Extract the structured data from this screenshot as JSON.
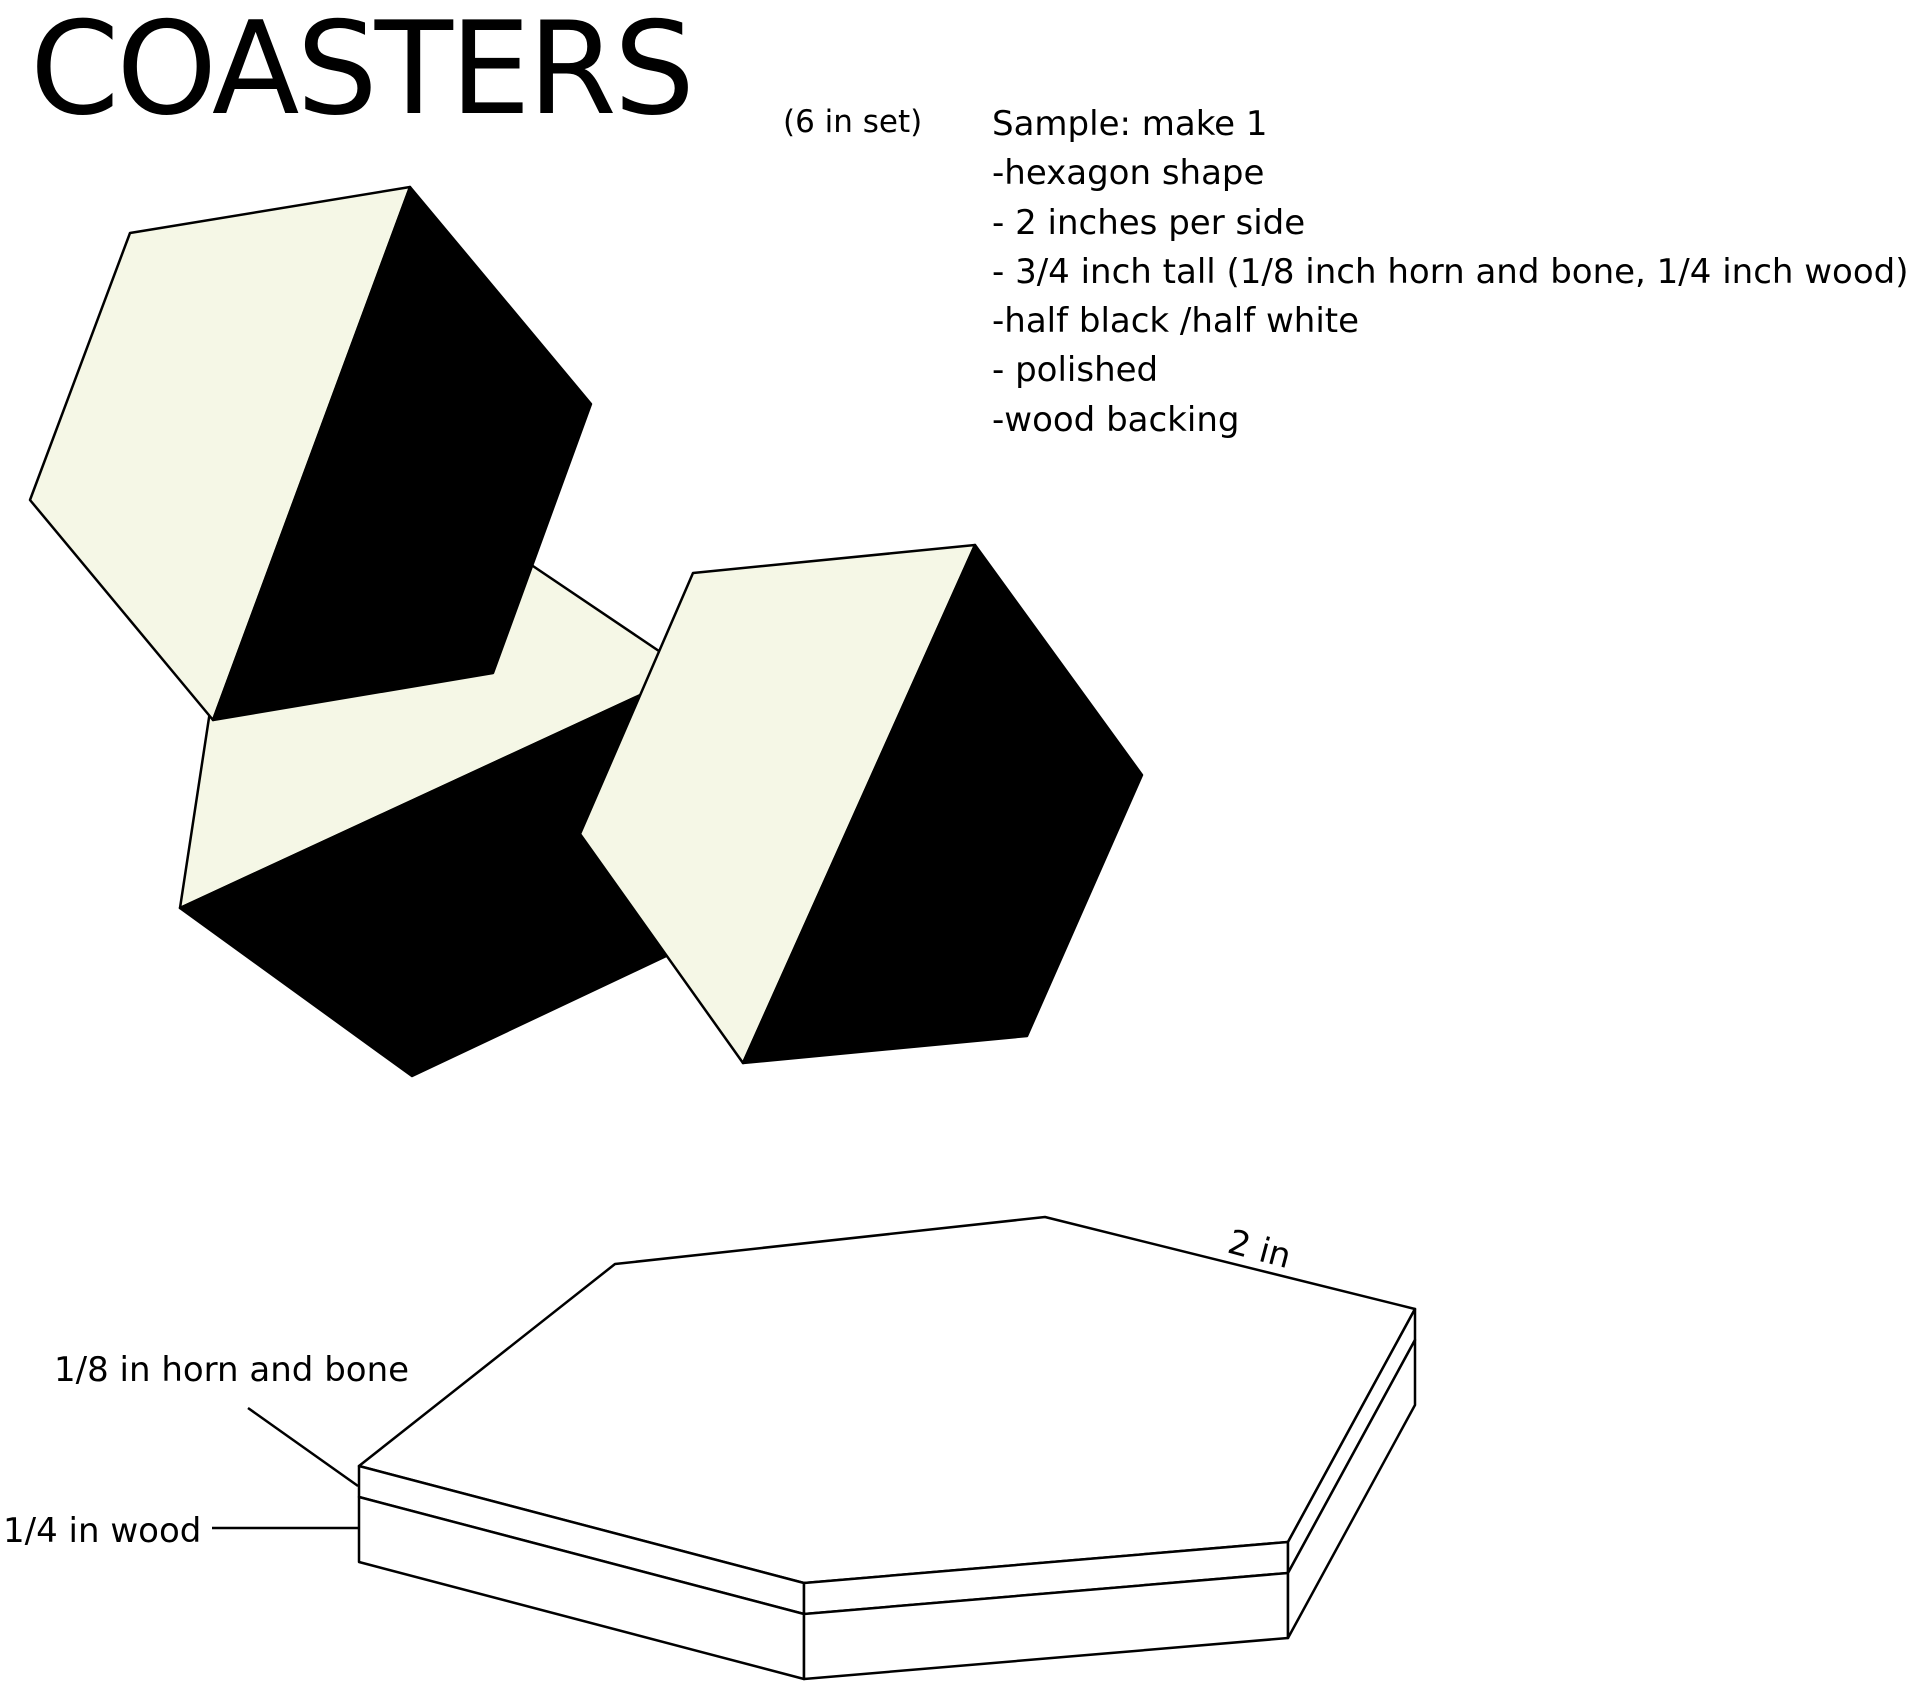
{
  "header": {
    "title": "COASTERS",
    "subtitle": "(6 in set)"
  },
  "specs": {
    "items": [
      "Sample: make 1",
      "-hexagon shape",
      "- 2 inches per side",
      "- 3/4  inch tall (1/8 inch horn and bone, 1/4 inch wood)",
      "-half black /half white",
      "- polished",
      "-wood backing"
    ]
  },
  "diagram": {
    "layer_top_label": "1/8 in horn and bone",
    "layer_bottom_label": "1/4 in wood",
    "side_dimension_label": "2 in"
  },
  "colors": {
    "cream": "#f5f7e6",
    "black": "#000000",
    "outline": "#000000",
    "background": "#ffffff"
  }
}
